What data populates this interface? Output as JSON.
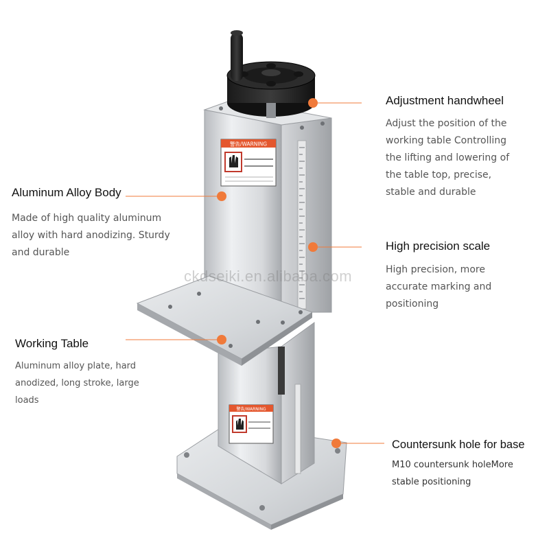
{
  "accent_color": "#f07a3a",
  "watermark": "ckdseiki.en.alibaba.com",
  "callouts": {
    "handwheel": {
      "title": "Adjustment handwheel",
      "lines": [
        "Adjust the position of the",
        "working table Controlling",
        "the lifting and lowering of",
        "the table top, precise,",
        "stable and durable"
      ]
    },
    "body": {
      "title": "Aluminum Alloy Body",
      "lines": [
        "Made of high quality aluminum",
        "alloy with hard anodizing. Sturdy",
        "and durable"
      ]
    },
    "scale": {
      "title": "High precision scale",
      "lines": [
        "High precision, more",
        "accurate marking and",
        "positioning"
      ]
    },
    "table": {
      "title": "Working Table",
      "lines": [
        "Aluminum alloy plate, hard",
        "anodized, long stroke, large",
        "loads"
      ]
    },
    "base": {
      "title": "Countersunk hole for base",
      "lines": [
        "M10 countersunk holeMore",
        "stable positioning"
      ]
    }
  },
  "labels": {
    "warning_top": "警告/WARNING",
    "warning_bottom": "警告/WARNING"
  }
}
